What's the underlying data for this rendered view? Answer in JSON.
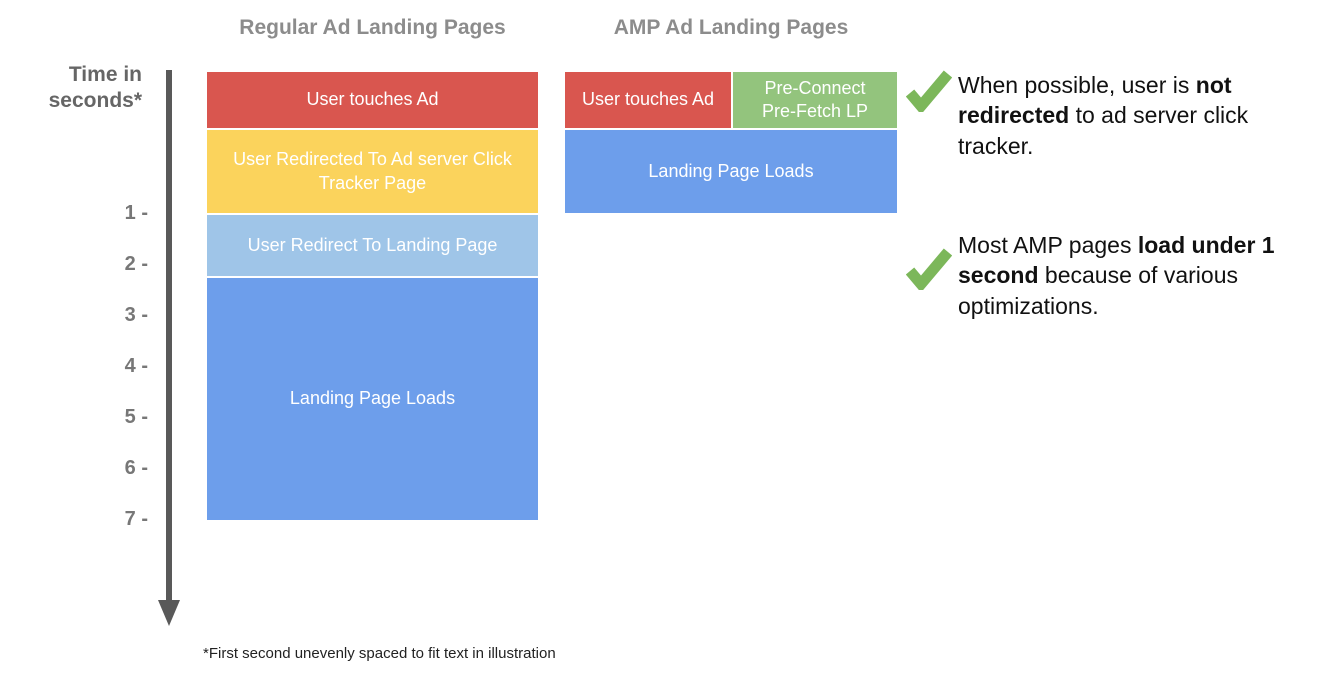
{
  "axis": {
    "label": "Time in\nseconds*",
    "ticks": [
      "1 -",
      "2 -",
      "3 -",
      "4 -",
      "5 -",
      "6 -",
      "7 -"
    ]
  },
  "regular": {
    "header": "Regular Ad Landing Pages",
    "blocks": [
      {
        "label": "User touches Ad",
        "color": "#D9564F"
      },
      {
        "label": "User Redirected To Ad server Click Tracker Page",
        "color": "#FBD35C"
      },
      {
        "label": "User Redirect To Landing Page",
        "color": "#9FC5E8"
      },
      {
        "label": "Landing Page Loads",
        "color": "#6D9EEB"
      }
    ]
  },
  "amp": {
    "header": "AMP Ad Landing Pages",
    "blocks": [
      {
        "label": "User touches Ad",
        "color": "#D9564F"
      },
      {
        "label": "Pre-Connect\nPre-Fetch LP",
        "color": "#93C47D"
      },
      {
        "label": "Landing Page Loads",
        "color": "#6D9EEB"
      }
    ]
  },
  "notes": [
    {
      "pre": "When possible, user is ",
      "bold": "not redirected",
      "post": " to ad server click tracker."
    },
    {
      "pre": "Most AMP pages ",
      "bold": "load under 1 second",
      "post": " because of various optimizations."
    }
  ],
  "footnote": "*First second unevenly spaced to fit text in illustration",
  "colors": {
    "red": "#D9564F",
    "yellow": "#FBD35C",
    "light_blue": "#9FC5E8",
    "blue": "#6D9EEB",
    "green": "#93C47D",
    "check_green": "#7CB75A",
    "header_gray": "#8C8C8C",
    "axis_gray": "#595959"
  }
}
